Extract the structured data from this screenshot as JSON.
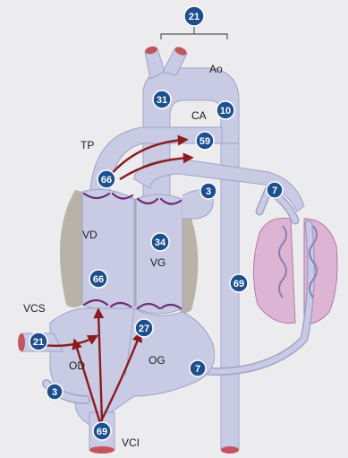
{
  "colors": {
    "background": "#ececef",
    "vessel": "#c9cbe4",
    "vessel_stroke": "#9fa3c8",
    "chamber_wall": "#a9aac0",
    "septum_grey": "#b8b2a9",
    "lung": "#ddb4d4",
    "lung_stroke": "#b478a6",
    "valve": "#6d2c73",
    "arrow": "#8a1b1e",
    "vessel_cap": "#c3545d",
    "badge": "#1d4f8f"
  },
  "top_badge": {
    "value": "21"
  },
  "labels": {
    "ao": "Ao",
    "ca": "CA",
    "tp": "TP",
    "vd": "VD",
    "vg": "VG",
    "vcs": "VCS",
    "od": "OD",
    "og": "OG",
    "vci": "VCI"
  },
  "badges": {
    "aorta_arch": "31",
    "ca": "10",
    "tp_flow": "59",
    "tp_trunk": "66",
    "lv_small": "3",
    "pulmonary_vein": "7",
    "vg": "34",
    "vd": "66",
    "descending_aorta": "69",
    "vcs": "21",
    "og": "27",
    "og_vein": "7",
    "od_small": "3",
    "vci": "69"
  }
}
